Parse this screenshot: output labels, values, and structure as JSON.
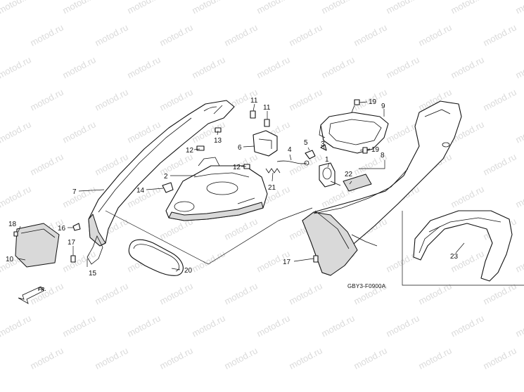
{
  "watermark": "motod.ru",
  "diagram_code": "GBY3-F0900A",
  "direction_label": "FR.",
  "callouts": {
    "c1": "1",
    "c2": "2",
    "c3": "3",
    "c4": "4",
    "c5": "5",
    "c6": "6",
    "c7": "7",
    "c8": "8",
    "c9": "9",
    "c10": "10",
    "c11a": "11",
    "c11b": "11",
    "c12a": "12",
    "c12b": "12",
    "c13": "13",
    "c14": "14",
    "c15": "15",
    "c16": "16",
    "c17a": "17",
    "c17b": "17",
    "c18": "18",
    "c19a": "19",
    "c19b": "19",
    "c20": "20",
    "c21": "21",
    "c22": "22",
    "c23": "23"
  }
}
